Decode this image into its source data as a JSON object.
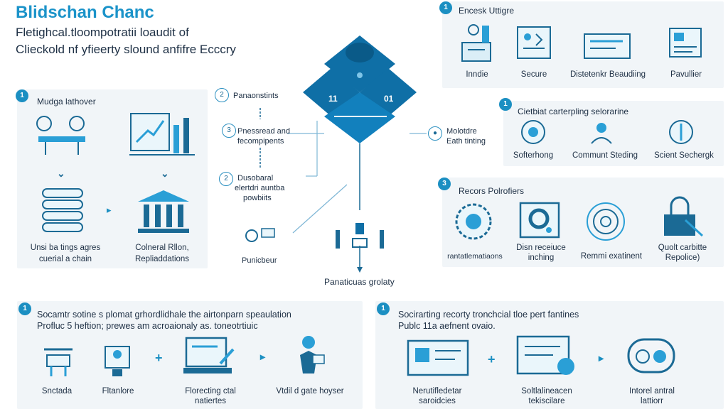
{
  "header": {
    "title": "Blidschan Chanc",
    "subtitle_line1": "Fletighcal.tloompotratii loaudit of",
    "subtitle_line2": "Clieckold nf yfieerty slound anfifre Ecccry"
  },
  "top_right_panel": {
    "badge": "1",
    "title": "Encesk Uttigre",
    "items": [
      "Inndie",
      "Secure",
      "Distetenkr Beaudiing",
      "Pavullier"
    ]
  },
  "left_panel": {
    "badge": "1",
    "title": "Mudga lathover",
    "items": [
      "Unsi ba tings agres",
      "cuerial a chain",
      "Colneral Rllon,",
      "Repliaddations"
    ]
  },
  "center_flow": {
    "steps": [
      "Panaonstints",
      "Pnessread and",
      "fecompipents",
      "Dusobaral",
      "elertdri auntba",
      "powbiits",
      "Punicbeur"
    ],
    "step_numbers": [
      "2",
      "3",
      "2"
    ],
    "diamond_labels": [
      "11",
      "01"
    ],
    "right_step": [
      "Molotdre",
      "Eath tinting"
    ],
    "bottom_label": "Panaticuas grolaty"
  },
  "middle_right_panel": {
    "badge": "1",
    "title": "Cietbiat carterpling selorarine",
    "items": [
      "Softerhong",
      "Communt Steding",
      "Scient Sechergk"
    ]
  },
  "right_panel": {
    "badge": "3",
    "title": "Recors Polrofiers",
    "items": [
      "rantatlematiaons",
      "Disn receiuce",
      "inching",
      "Remmi exatinent",
      "Quolt carbitte",
      "Repolice)"
    ]
  },
  "bottom_left_panel": {
    "badge": "1",
    "title_line1": "Socamtr sotine s plomat grhordlidhale the airtonparn speaulation",
    "title_line2": "Profluc 5 heftion; prewes am acroaionaly as. toneotrtiuic",
    "items": [
      "Snctada",
      "Fltanlore",
      "Florecting ctal",
      "natiertes",
      "Vtdil d gate hoyser"
    ],
    "operators": [
      "+",
      "▸"
    ]
  },
  "bottom_right_panel": {
    "badge": "1",
    "title_line1": "Socirarting recorty tronchcial tloe pert fantines",
    "title_line2": "Publc 11a aefnent ovaio.",
    "items": [
      "Nerutifledetar",
      "saroidcies",
      "Soltlalineacen",
      "tekiscilare",
      "Intorel antral",
      "lattiorr"
    ],
    "operators": [
      "+",
      "▸"
    ]
  },
  "colors": {
    "accent": "#1b93c9",
    "panel": "#f1f5f8",
    "diamond": "#0f6fa6"
  }
}
